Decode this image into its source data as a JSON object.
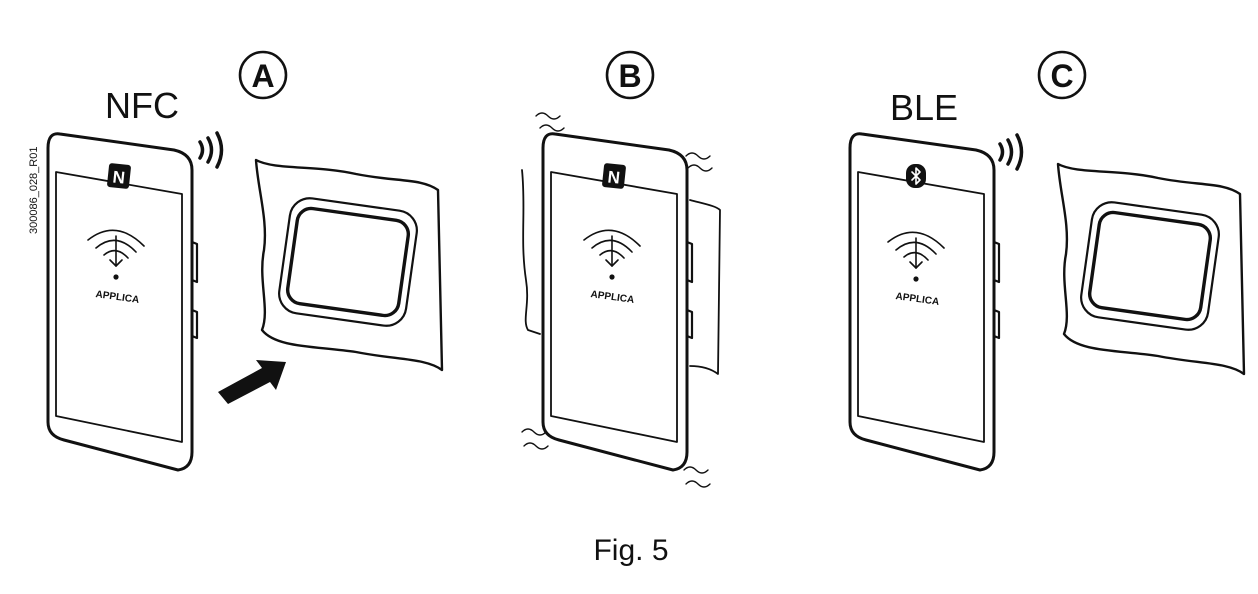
{
  "figure": {
    "caption": "Fig. 5",
    "drawing_code": "300086_028_R01"
  },
  "panels": [
    {
      "marker": "A",
      "technology_label": "NFC",
      "phone_logo": "nfc-icon",
      "screen_logo": "APPLICA",
      "has_reader": true,
      "has_push_arrow": true,
      "has_vibration": false
    },
    {
      "marker": "B",
      "technology_label": "",
      "phone_logo": "nfc-icon",
      "screen_logo": "APPLICA",
      "has_reader": true,
      "has_push_arrow": false,
      "has_vibration": true
    },
    {
      "marker": "C",
      "technology_label": "BLE",
      "phone_logo": "bluetooth-icon",
      "screen_logo": "APPLICA",
      "has_reader": true,
      "has_push_arrow": false,
      "has_vibration": false
    }
  ],
  "colors": {
    "ink": "#111111",
    "paper": "#ffffff"
  }
}
